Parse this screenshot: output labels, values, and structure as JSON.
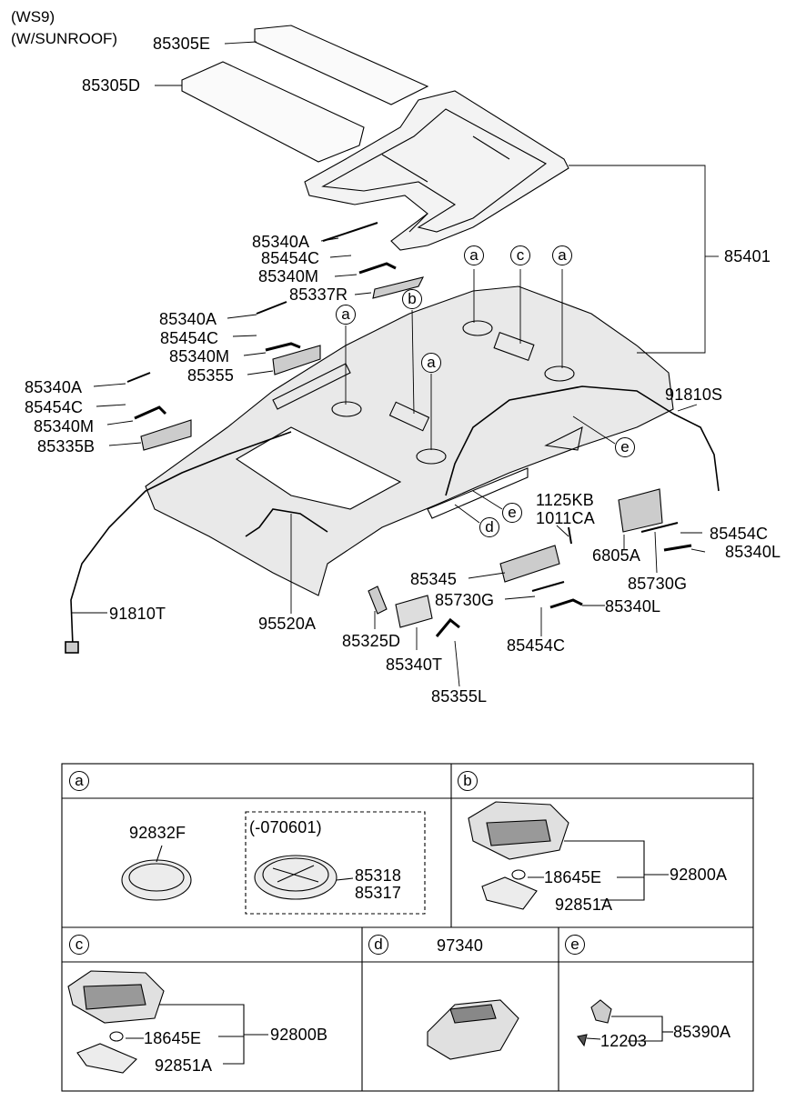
{
  "header": {
    "line1": "(WS9)",
    "line2": "(W/SUNROOF)"
  },
  "callouts": {
    "a": "a",
    "b": "b",
    "c": "c",
    "d": "d",
    "e": "e"
  },
  "parts": {
    "p85305E": "85305E",
    "p85305D": "85305D",
    "p85401": "85401",
    "p85340A_1": "85340A",
    "p85454C_1": "85454C",
    "p85340M_1": "85340M",
    "p85337R": "85337R",
    "p85340A_2": "85340A",
    "p85454C_2": "85454C",
    "p85340M_2": "85340M",
    "p85355": "85355",
    "p85340A_3": "85340A",
    "p85454C_3": "85454C",
    "p85340M_3": "85340M",
    "p85335B": "85335B",
    "p91810S": "91810S",
    "p1125KB": "1125KB",
    "p1011CA": "1011CA",
    "p85454C_4": "85454C",
    "p6805A": "6805A",
    "p85340L_1": "85340L",
    "p85730G_1": "85730G",
    "p85345": "85345",
    "p85730G_2": "85730G",
    "p85340L_2": "85340L",
    "p91810T": "91810T",
    "p95520A": "95520A",
    "p85325D": "85325D",
    "p85454C_5": "85454C",
    "p85340T": "85340T",
    "p85355L": "85355L"
  },
  "table": {
    "a": {
      "tag": "a",
      "p92832F": "92832F",
      "date": "(-070601)",
      "p85318": "85318",
      "p85317": "85317"
    },
    "b": {
      "tag": "b",
      "p18645E": "18645E",
      "p92800A": "92800A",
      "p92851A": "92851A"
    },
    "c": {
      "tag": "c",
      "p18645E": "18645E",
      "p92800B": "92800B",
      "p92851A": "92851A"
    },
    "d": {
      "tag": "d",
      "p97340": "97340"
    },
    "e": {
      "tag": "e",
      "p85390A": "85390A",
      "p12203": "12203"
    }
  }
}
